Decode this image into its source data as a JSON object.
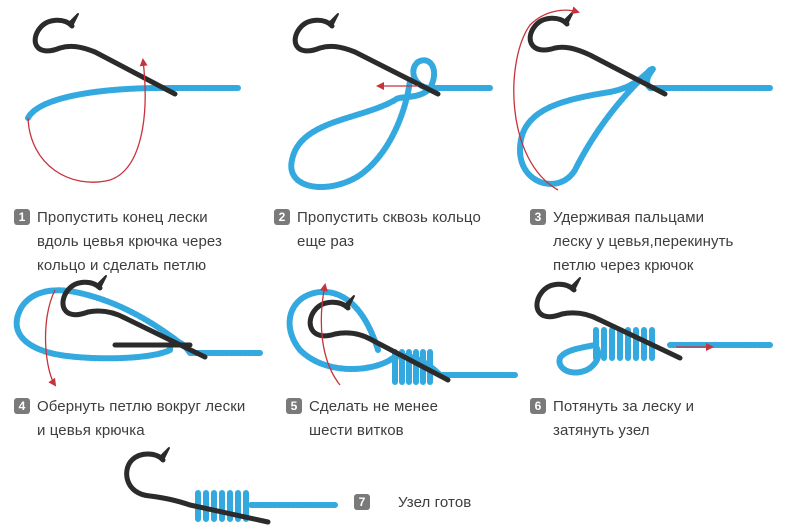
{
  "colors": {
    "line": "#33a9e0",
    "line_edge": "#1f86b8",
    "hook": "#2b2b2b",
    "arrow": "#c8323c",
    "badge": "#7a7a7a",
    "text": "#3d3d3d"
  },
  "steps": [
    {
      "number": "1",
      "text": "Пропустить конец лески\nвдоль цевья крючка через\nкольцо и сделать петлю"
    },
    {
      "number": "2",
      "text": "Пропустить сквозь кольцо\nеще раз"
    },
    {
      "number": "3",
      "text": "Удерживая пальцами\nлеску у цевья,перекинуть\nпетлю через крючок"
    },
    {
      "number": "4",
      "text": "Обернуть петлю вокруг лески\nи цевья крючка"
    },
    {
      "number": "5",
      "text": "Сделать не менее\nшести витков"
    },
    {
      "number": "6",
      "text": "Потянуть за леску и\nзатянуть узел"
    },
    {
      "number": "7",
      "text": "Узел готов"
    }
  ],
  "icons": {
    "hook": "fishing-hook-icon",
    "line": "fishing-line-icon",
    "arrow": "direction-arrow-icon"
  }
}
